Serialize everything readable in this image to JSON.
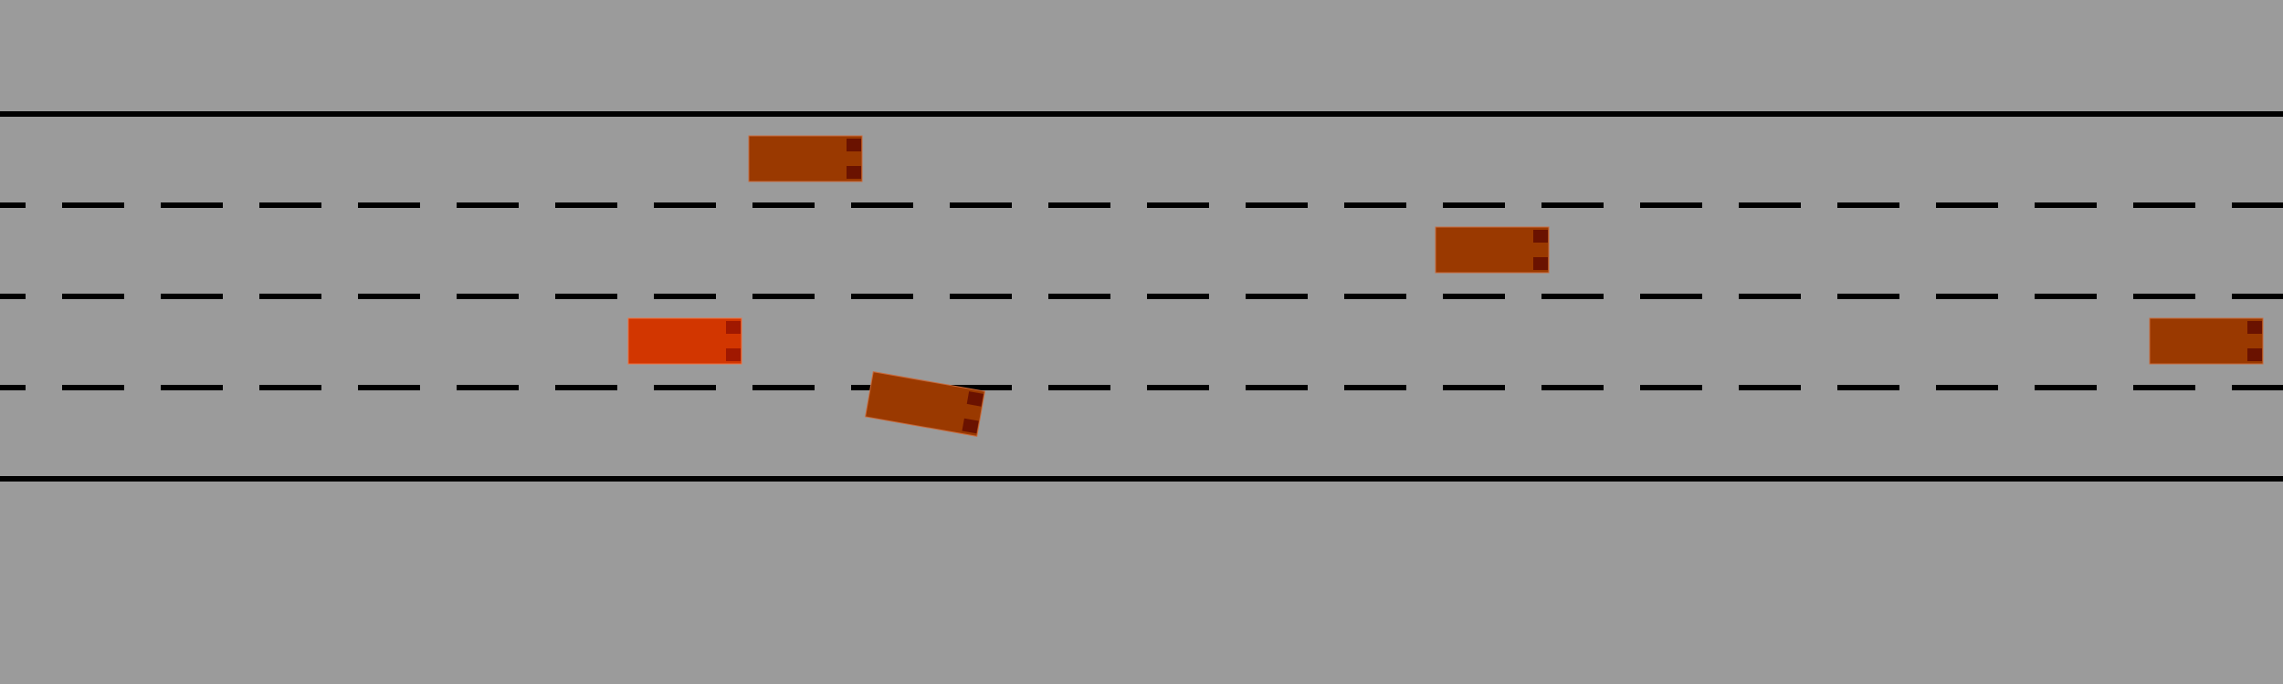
{
  "environment": {
    "background_color": "#9b9b9b",
    "road_marking_color": "#000000",
    "lane_count": 4
  },
  "vehicles": [
    {
      "id": "ego-vehicle",
      "role": "ego",
      "body_color": "#d23600",
      "light_color": "#a01800",
      "heading": "right"
    },
    {
      "id": "vehicle-1",
      "role": "other",
      "body_color": "#9a3900",
      "light_color": "#6a1200",
      "heading": "right"
    },
    {
      "id": "vehicle-2",
      "role": "other",
      "body_color": "#9a3900",
      "light_color": "#6a1200",
      "heading": "right"
    },
    {
      "id": "vehicle-3",
      "role": "other",
      "body_color": "#9a3900",
      "light_color": "#6a1200",
      "heading": "right"
    },
    {
      "id": "vehicle-4",
      "role": "other",
      "body_color": "#9a3900",
      "light_color": "#6a1200",
      "heading": "right"
    }
  ]
}
